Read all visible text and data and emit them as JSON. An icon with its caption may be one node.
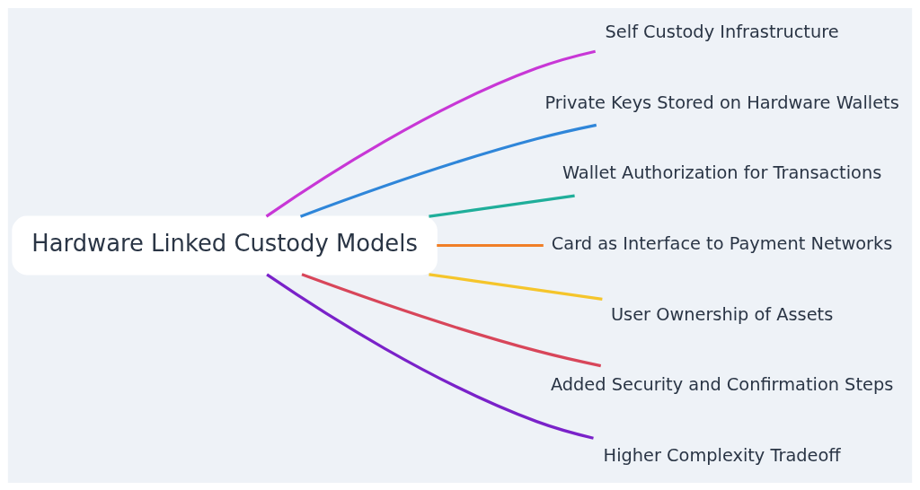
{
  "diagram": {
    "nodes": [
      {
        "text": [
          "Hardware Linked Custody Models"
        ]
      },
      {
        "text": [
          "Self Custody Infrastructure"
        ]
      },
      {
        "text": [
          "Private Keys Stored on Hardware Wallets"
        ]
      },
      {
        "text": [
          "Wallet Authorization for Transactions"
        ]
      },
      {
        "text": [
          "Card as Interface to Payment Networks"
        ]
      },
      {
        "text": [
          "User Ownership of Assets"
        ]
      },
      {
        "text": [
          "Added Security and Confirmation Steps"
        ]
      },
      {
        "text": [
          "Higher Complexity Tradeoff"
        ]
      }
    ],
    "edges": [
      {
        "from": 0,
        "to": 1,
        "arrow": "none",
        "color": "#c837d6"
      },
      {
        "from": 0,
        "to": 2,
        "arrow": "none",
        "color": "#2f86d9"
      },
      {
        "from": 0,
        "to": 3,
        "arrow": "none",
        "color": "#1fae9a"
      },
      {
        "from": 0,
        "to": 4,
        "arrow": "none",
        "color": "#f07f27"
      },
      {
        "from": 0,
        "to": 5,
        "arrow": "none",
        "color": "#f5c52b"
      },
      {
        "from": 0,
        "to": 6,
        "arrow": "none",
        "color": "#d8465a"
      },
      {
        "from": 0,
        "to": 7,
        "arrow": "none",
        "color": "#7a22c9"
      }
    ]
  }
}
